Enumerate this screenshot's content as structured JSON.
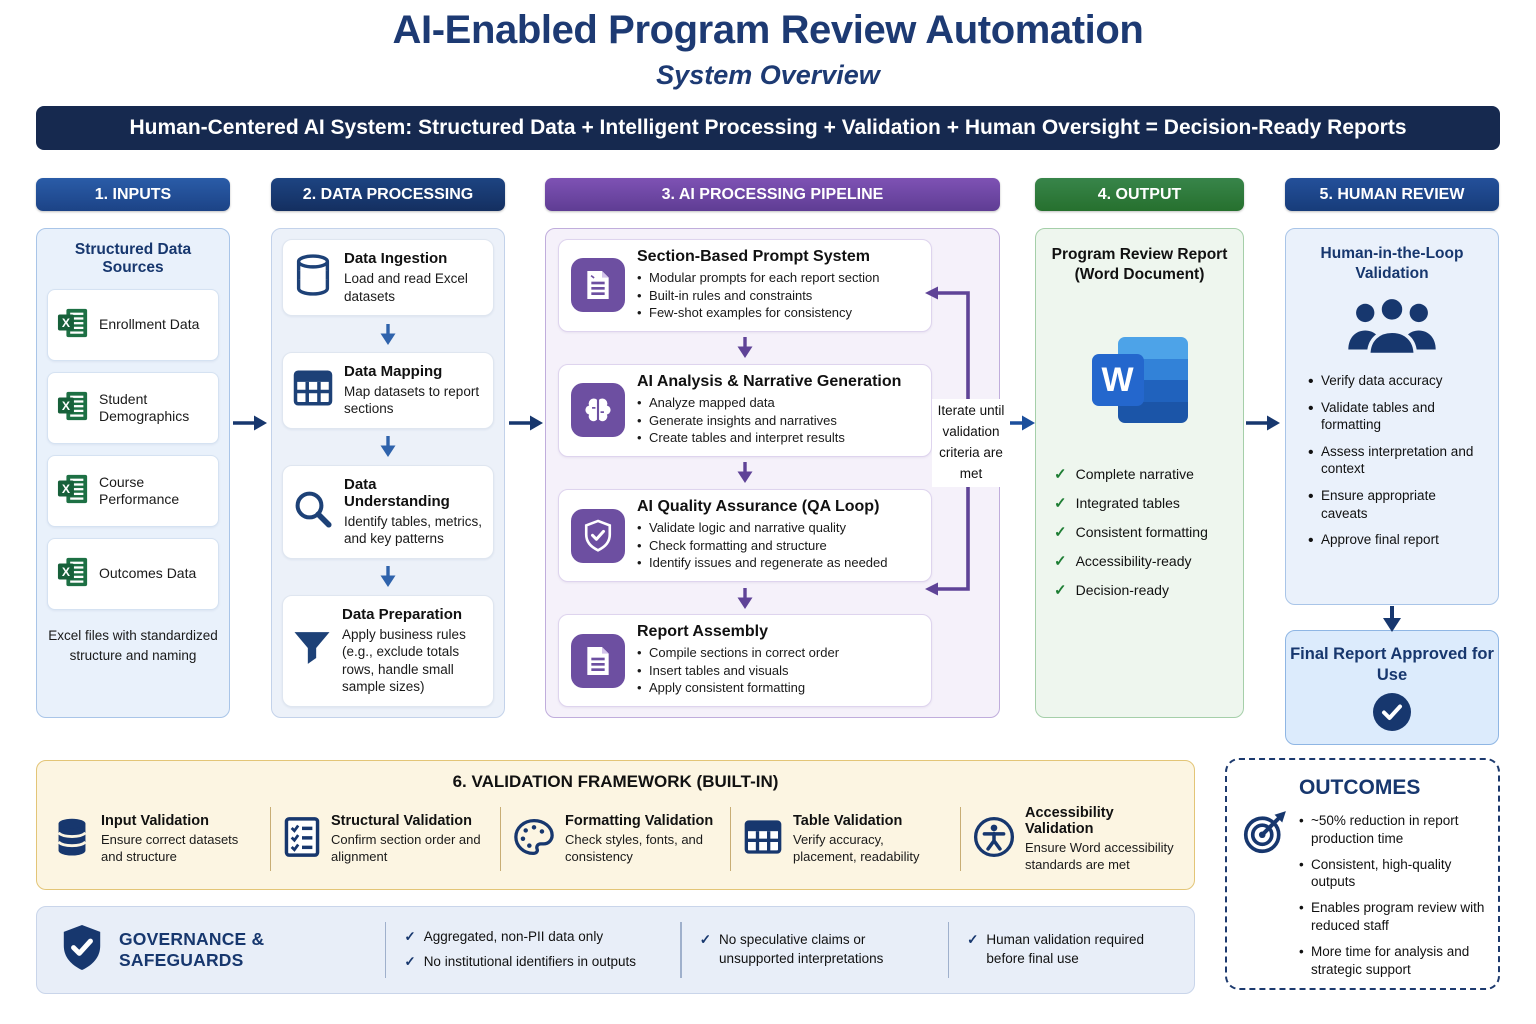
{
  "page": {
    "title": "AI-Enabled Program Review Automation",
    "subtitle": "System Overview",
    "banner": "Human-Centered AI System: Structured Data + Intelligent Processing + Validation + Human Oversight = Decision-Ready Reports"
  },
  "colors": {
    "navy": "#17376e",
    "banner_bg": "#16294f",
    "inputs_header": "#1e4f97",
    "processing_header": "#16386e",
    "pipeline_header": "#6f459f",
    "pipeline_tile": "#6d4fa1",
    "output_header": "#2e7d3c",
    "review_header": "#1b437f",
    "excel_green": "#1d7044",
    "check_green": "#1e7e34",
    "word_blue": "#2467cd"
  },
  "inputs": {
    "header": "1. INPUTS",
    "panel_title": "Structured Data Sources",
    "sources": [
      {
        "label": "Enrollment Data",
        "icon": "excel-icon"
      },
      {
        "label": "Student Demographics",
        "icon": "excel-icon"
      },
      {
        "label": "Course Performance",
        "icon": "excel-icon"
      },
      {
        "label": "Outcomes Data",
        "icon": "excel-icon"
      }
    ],
    "footer": "Excel files with standardized structure and naming"
  },
  "processing": {
    "header": "2. DATA PROCESSING",
    "steps": [
      {
        "title": "Data Ingestion",
        "desc": "Load and read Excel datasets",
        "icon": "database-icon"
      },
      {
        "title": "Data Mapping",
        "desc": "Map datasets to report sections",
        "icon": "table-icon"
      },
      {
        "title": "Data Understanding",
        "desc": "Identify tables, metrics, and key patterns",
        "icon": "magnifier-icon"
      },
      {
        "title": "Data Preparation",
        "desc": "Apply business rules (e.g., exclude totals rows, handle small sample sizes)",
        "icon": "funnel-icon"
      }
    ]
  },
  "pipeline": {
    "header": "3. AI PROCESSING PIPELINE",
    "stages": [
      {
        "title": "Section-Based Prompt System",
        "icon": "document-pencil-icon",
        "bullets": [
          "Modular prompts for each report section",
          "Built-in rules and constraints",
          "Few-shot examples for consistency"
        ]
      },
      {
        "title": "AI Analysis & Narrative Generation",
        "icon": "brain-icon",
        "bullets": [
          "Analyze mapped data",
          "Generate insights and narratives",
          "Create tables and interpret results"
        ]
      },
      {
        "title": "AI Quality Assurance (QA Loop)",
        "icon": "shield-check-icon",
        "bullets": [
          "Validate logic and narrative quality",
          "Check formatting and structure",
          "Identify issues and regenerate as needed"
        ]
      },
      {
        "title": "Report Assembly",
        "icon": "document-icon",
        "bullets": [
          "Compile sections in correct order",
          "Insert tables and visuals",
          "Apply consistent formatting"
        ]
      }
    ],
    "loop_label": "Iterate until validation criteria are met"
  },
  "output": {
    "header": "4. OUTPUT",
    "title": "Program Review Report (Word Document)",
    "word_letter": "W",
    "checklist": [
      "Complete narrative",
      "Integrated tables",
      "Consistent formatting",
      "Accessibility-ready",
      "Decision-ready"
    ]
  },
  "review": {
    "header": "5. HUMAN REVIEW",
    "title": "Human-in-the-Loop Validation",
    "bullets": [
      "Verify data accuracy",
      "Validate tables and formatting",
      "Assess interpretation and context",
      "Ensure appropriate caveats",
      "Approve final report"
    ],
    "final_box": "Final Report Approved for Use"
  },
  "validation": {
    "title": "6. VALIDATION FRAMEWORK (BUILT-IN)",
    "items": [
      {
        "title": "Input Validation",
        "desc": "Ensure correct datasets and structure",
        "icon": "database-icon"
      },
      {
        "title": "Structural Validation",
        "desc": "Confirm section order and alignment",
        "icon": "checklist-icon"
      },
      {
        "title": "Formatting Validation",
        "desc": "Check styles, fonts, and consistency",
        "icon": "palette-icon"
      },
      {
        "title": "Table Validation",
        "desc": "Verify accuracy, placement, readability",
        "icon": "table-icon"
      },
      {
        "title": "Accessibility Validation",
        "desc": "Ensure Word accessibility standards are met",
        "icon": "accessibility-icon"
      }
    ]
  },
  "governance": {
    "title": "GOVERNANCE & SAFEGUARDS",
    "groups": [
      [
        "Aggregated, non-PII data only",
        "No institutional identifiers in outputs"
      ],
      [
        "No speculative claims or unsupported interpretations"
      ],
      [
        "Human validation required before final use"
      ]
    ]
  },
  "outcomes": {
    "title": "OUTCOMES",
    "bullets": [
      "~50% reduction in report production time",
      "Consistent, high-quality outputs",
      "Enables program review with reduced staff",
      "More time for analysis and strategic support"
    ]
  }
}
